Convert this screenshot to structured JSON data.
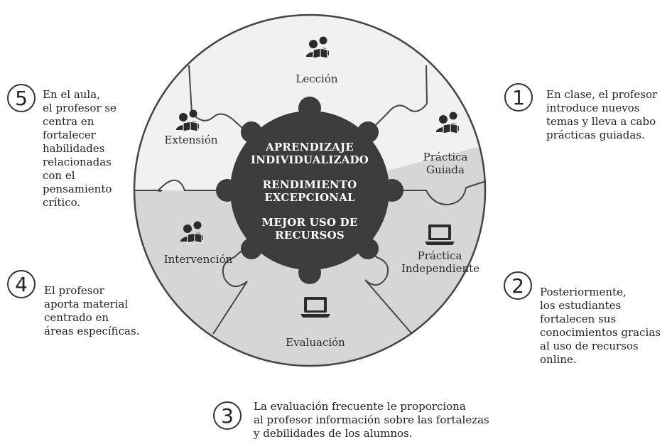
{
  "hub": {
    "line1": "APRENDIZAJE",
    "line2": "INDIVIDUALIZADO",
    "line3": "RENDIMIENTO",
    "line4": "EXCEPCIONAL",
    "line5": "MEJOR USO DE",
    "line6": "RECURSOS"
  },
  "segments": {
    "leccion": "Lección",
    "practica_guiada_1": "Práctica",
    "practica_guiada_2": "Guiada",
    "practica_ind_1": "Práctica",
    "practica_ind_2": "Independiente",
    "evaluacion": "Evaluación",
    "intervencion": "Intervención",
    "extension": "Extensión"
  },
  "steps": [
    {
      "number": "1",
      "text": "En clase, el profesor\nintroduce nuevos\ntemas y lleva a cabo\nprácticas guiadas."
    },
    {
      "number": "2",
      "text": "Posteriormente,\nlos estudiantes\nfortalecen sus\nconocimientos gracias\nal uso de recursos\nonline."
    },
    {
      "number": "3",
      "text": "La evaluación frecuente le proporciona\nal profesor información sobre las fortalezas\ny debilidades de los alumnos."
    },
    {
      "number": "4",
      "text": "El profesor\naporta material\ncentrado en\náreas específicas."
    },
    {
      "number": "5",
      "text": "En el aula,\nel profesor se\ncentra en\nfortalecer\nhabilidades\nrelacionadas\ncon el\npensamiento\ncrítico."
    }
  ],
  "icons": {
    "leccion": "people-book-icon",
    "practica_guiada": "people-book-icon",
    "extension": "people-book-icon",
    "intervencion": "people-book-icon",
    "practica_independiente": "laptop-icon",
    "evaluacion": "laptop-icon"
  },
  "colors": {
    "top_segments": "#f1f1f1",
    "bottom_segments": "#d6d6d6",
    "hub": "#3c3c3c",
    "outline": "#444444"
  }
}
